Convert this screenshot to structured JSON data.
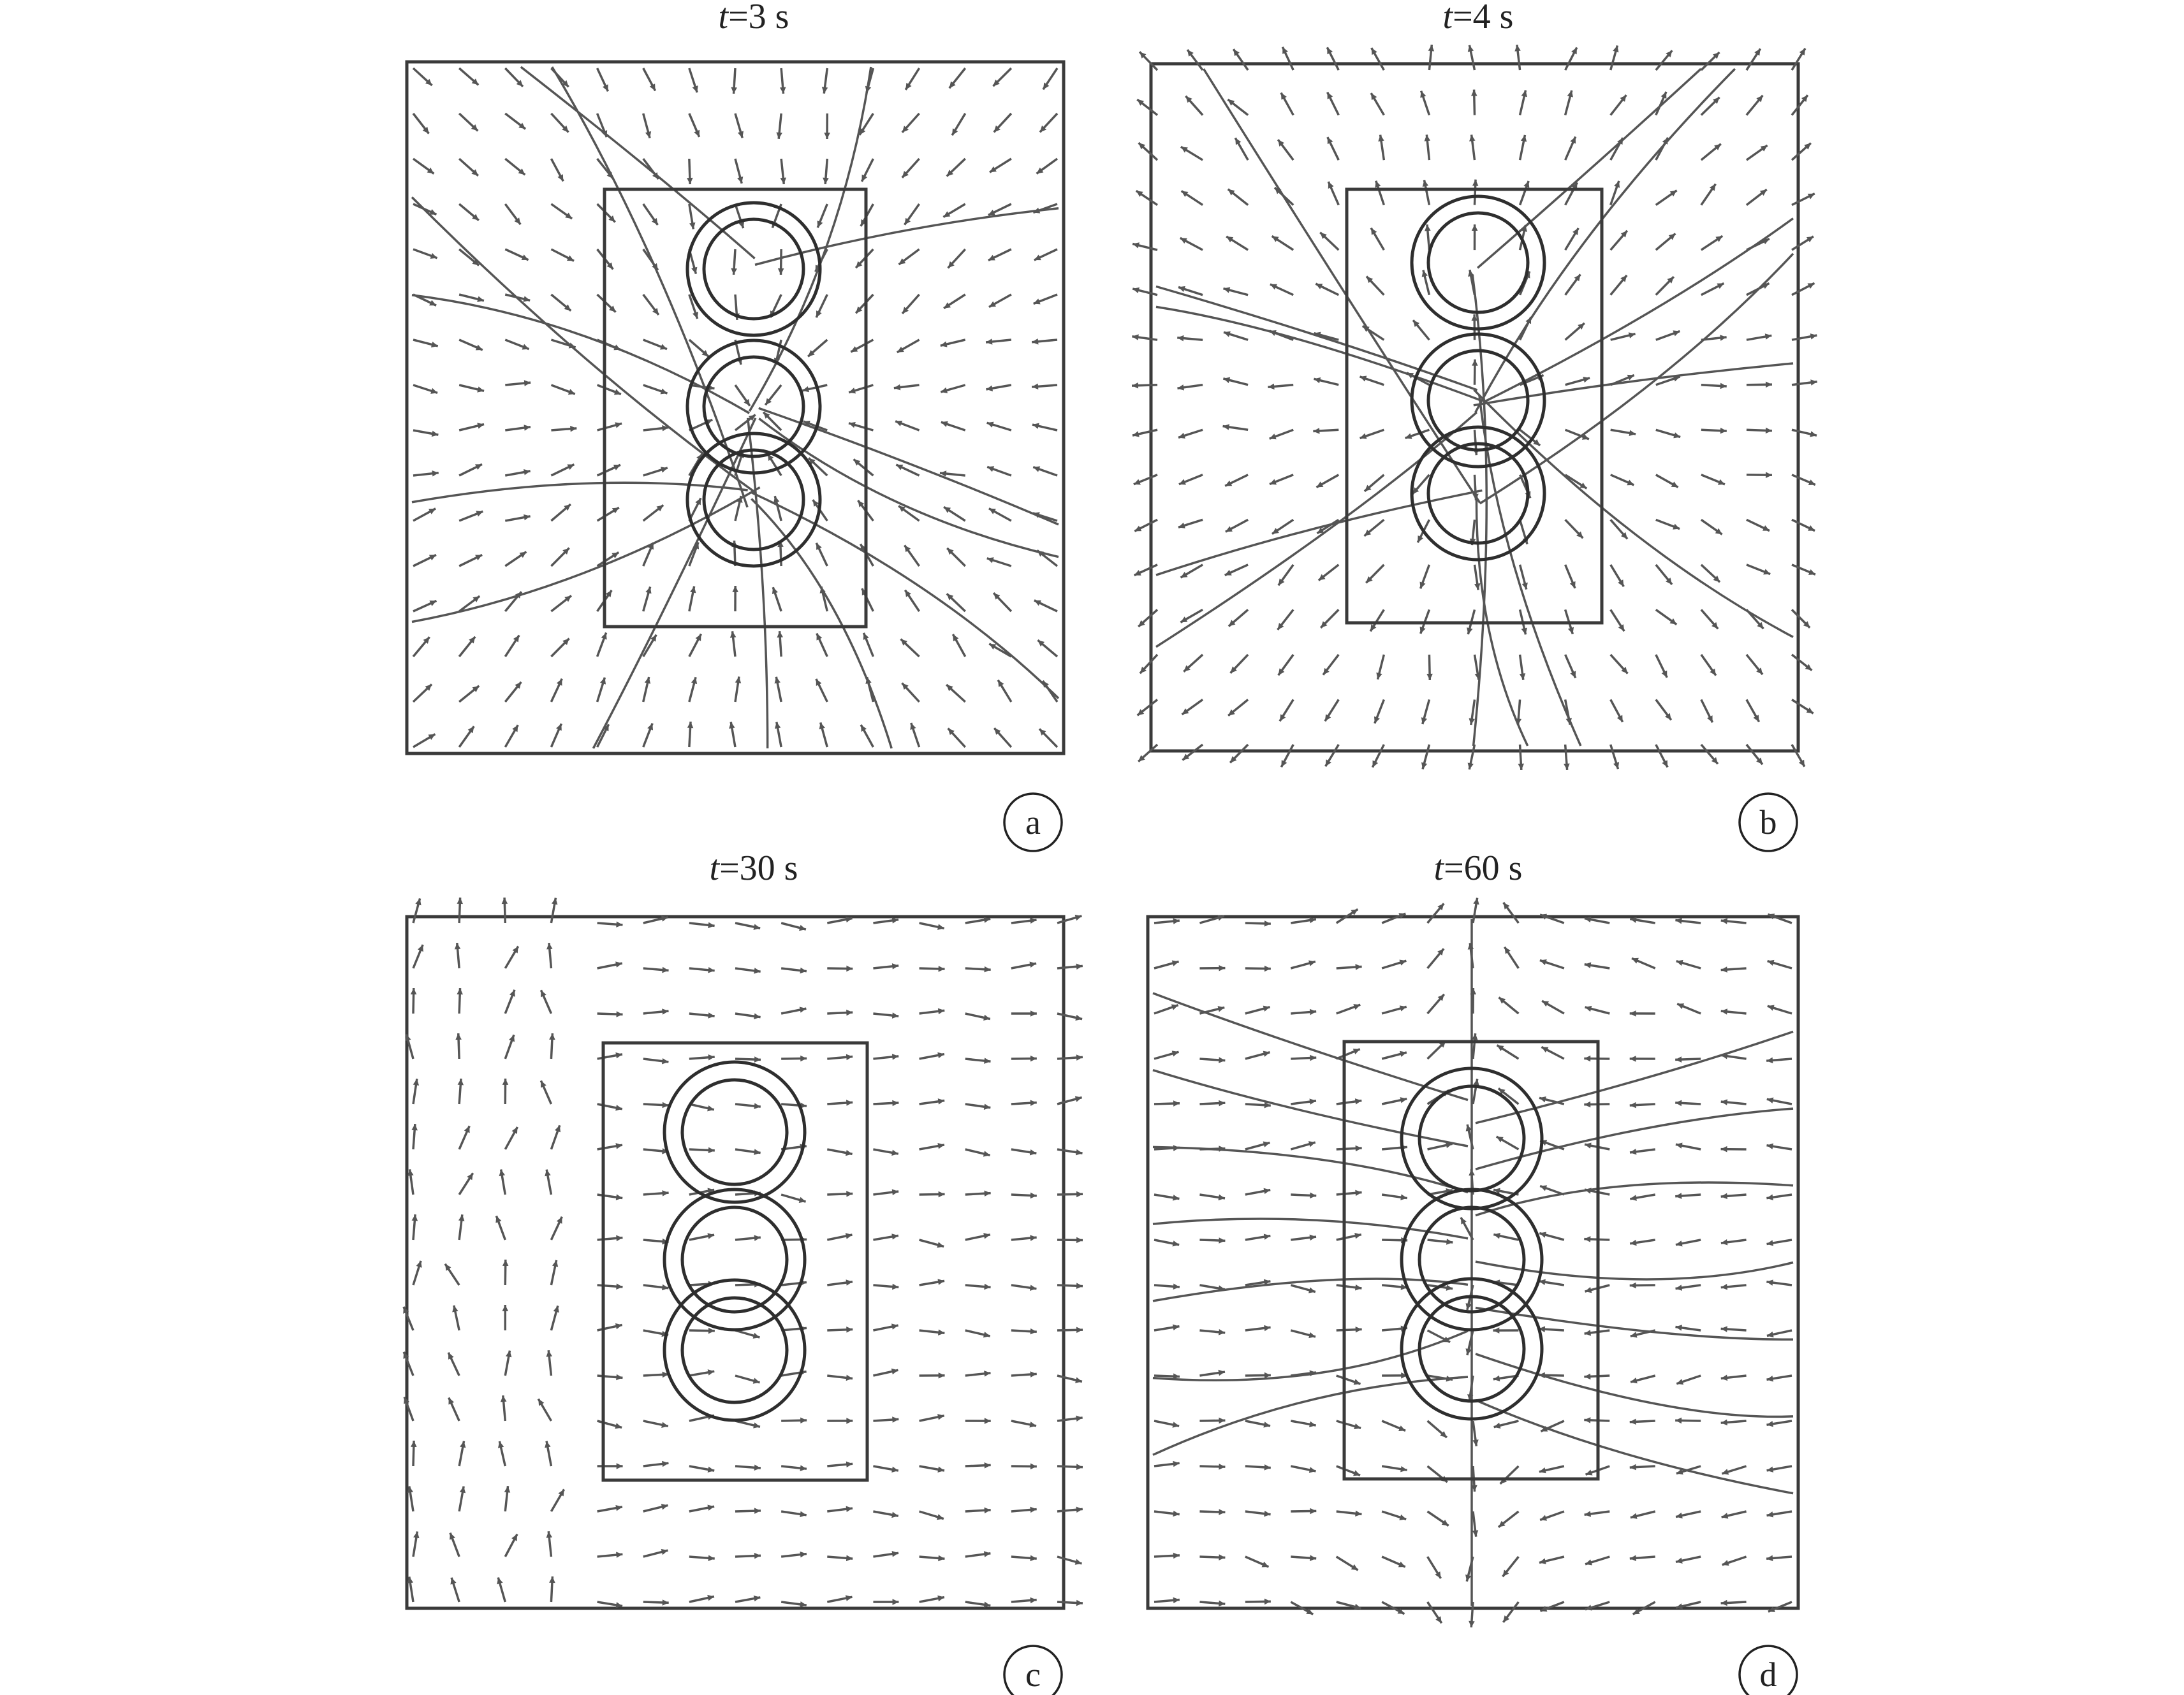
{
  "panels": [
    {
      "id": "a",
      "time_var": "t",
      "time_value": "=3 s",
      "label": "a",
      "pattern": "inward"
    },
    {
      "id": "b",
      "time_var": "t",
      "time_value": "=4 s",
      "label": "b",
      "pattern": "outward"
    },
    {
      "id": "c",
      "time_var": "t",
      "time_value": "=30 s",
      "label": "c",
      "pattern": "rightward"
    },
    {
      "id": "d",
      "time_var": "t",
      "time_value": "=60 s",
      "label": "d",
      "pattern": "centerline"
    }
  ]
}
